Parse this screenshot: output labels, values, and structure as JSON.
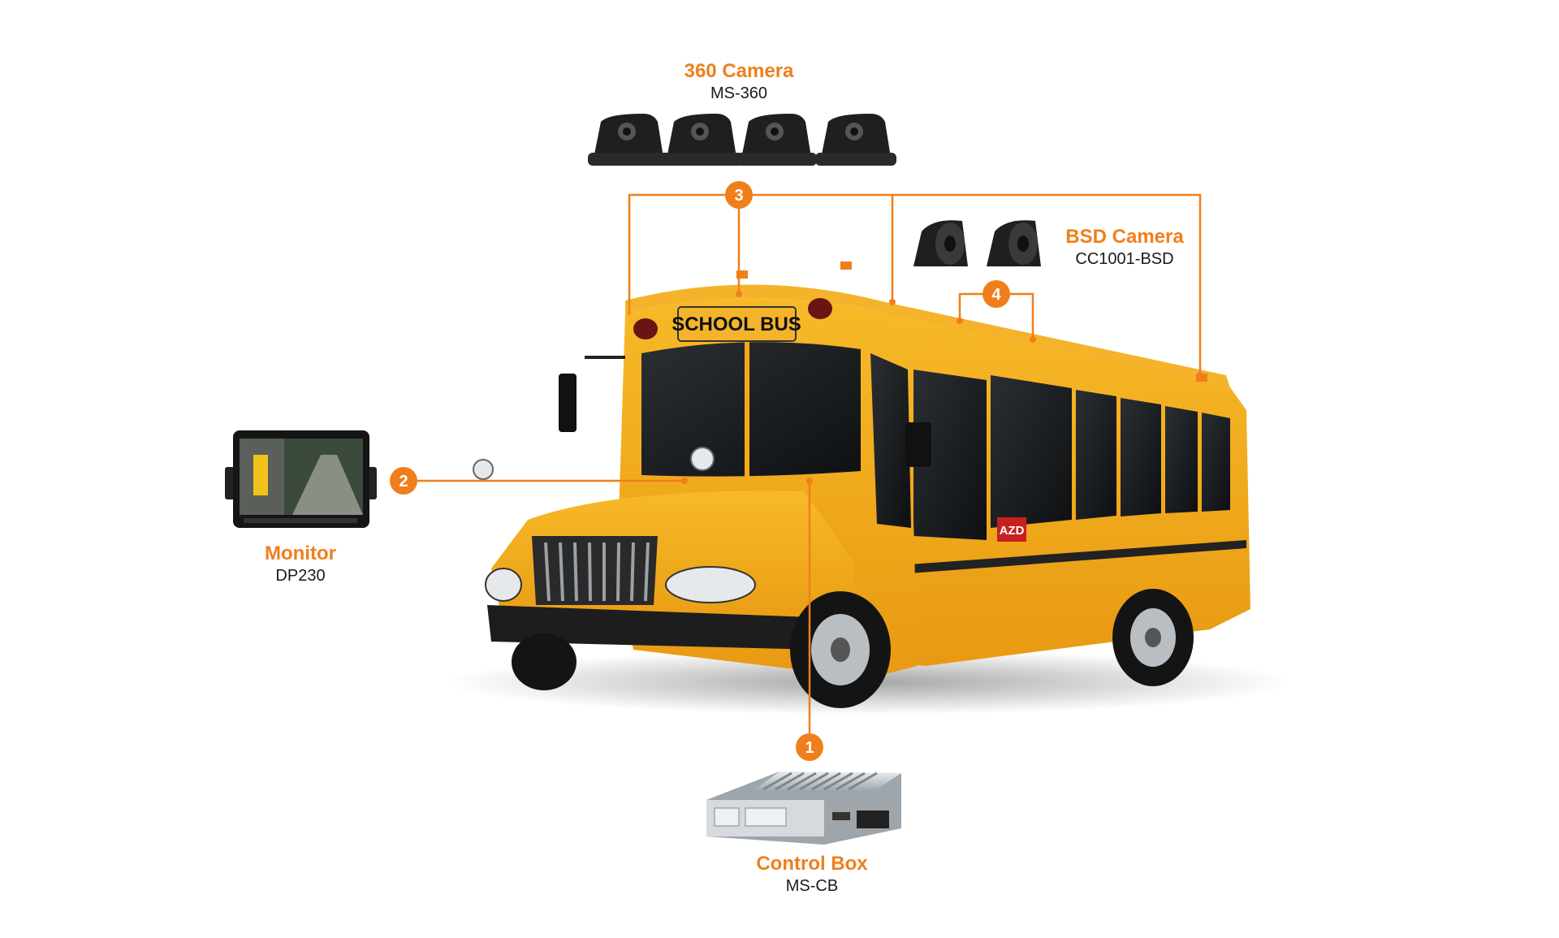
{
  "colors": {
    "accent": "#f07f1b",
    "bus_yellow": "#f2a91a",
    "bus_dark": "#1d1d1d",
    "text_dark": "#1a1a1a"
  },
  "bus": {
    "sign_text": "SCHOOL BUS",
    "side_marker": "AZD"
  },
  "components": [
    {
      "number": "1",
      "title": "Control Box",
      "model": "MS-CB",
      "icon": "control-box-icon"
    },
    {
      "number": "2",
      "title": "Monitor",
      "model": "DP230",
      "icon": "monitor-icon"
    },
    {
      "number": "3",
      "title": "360 Camera",
      "model": "MS-360",
      "icon": "camera-360-icon"
    },
    {
      "number": "4",
      "title": "BSD Camera",
      "model": "CC1001-BSD",
      "icon": "bsd-camera-icon"
    }
  ]
}
